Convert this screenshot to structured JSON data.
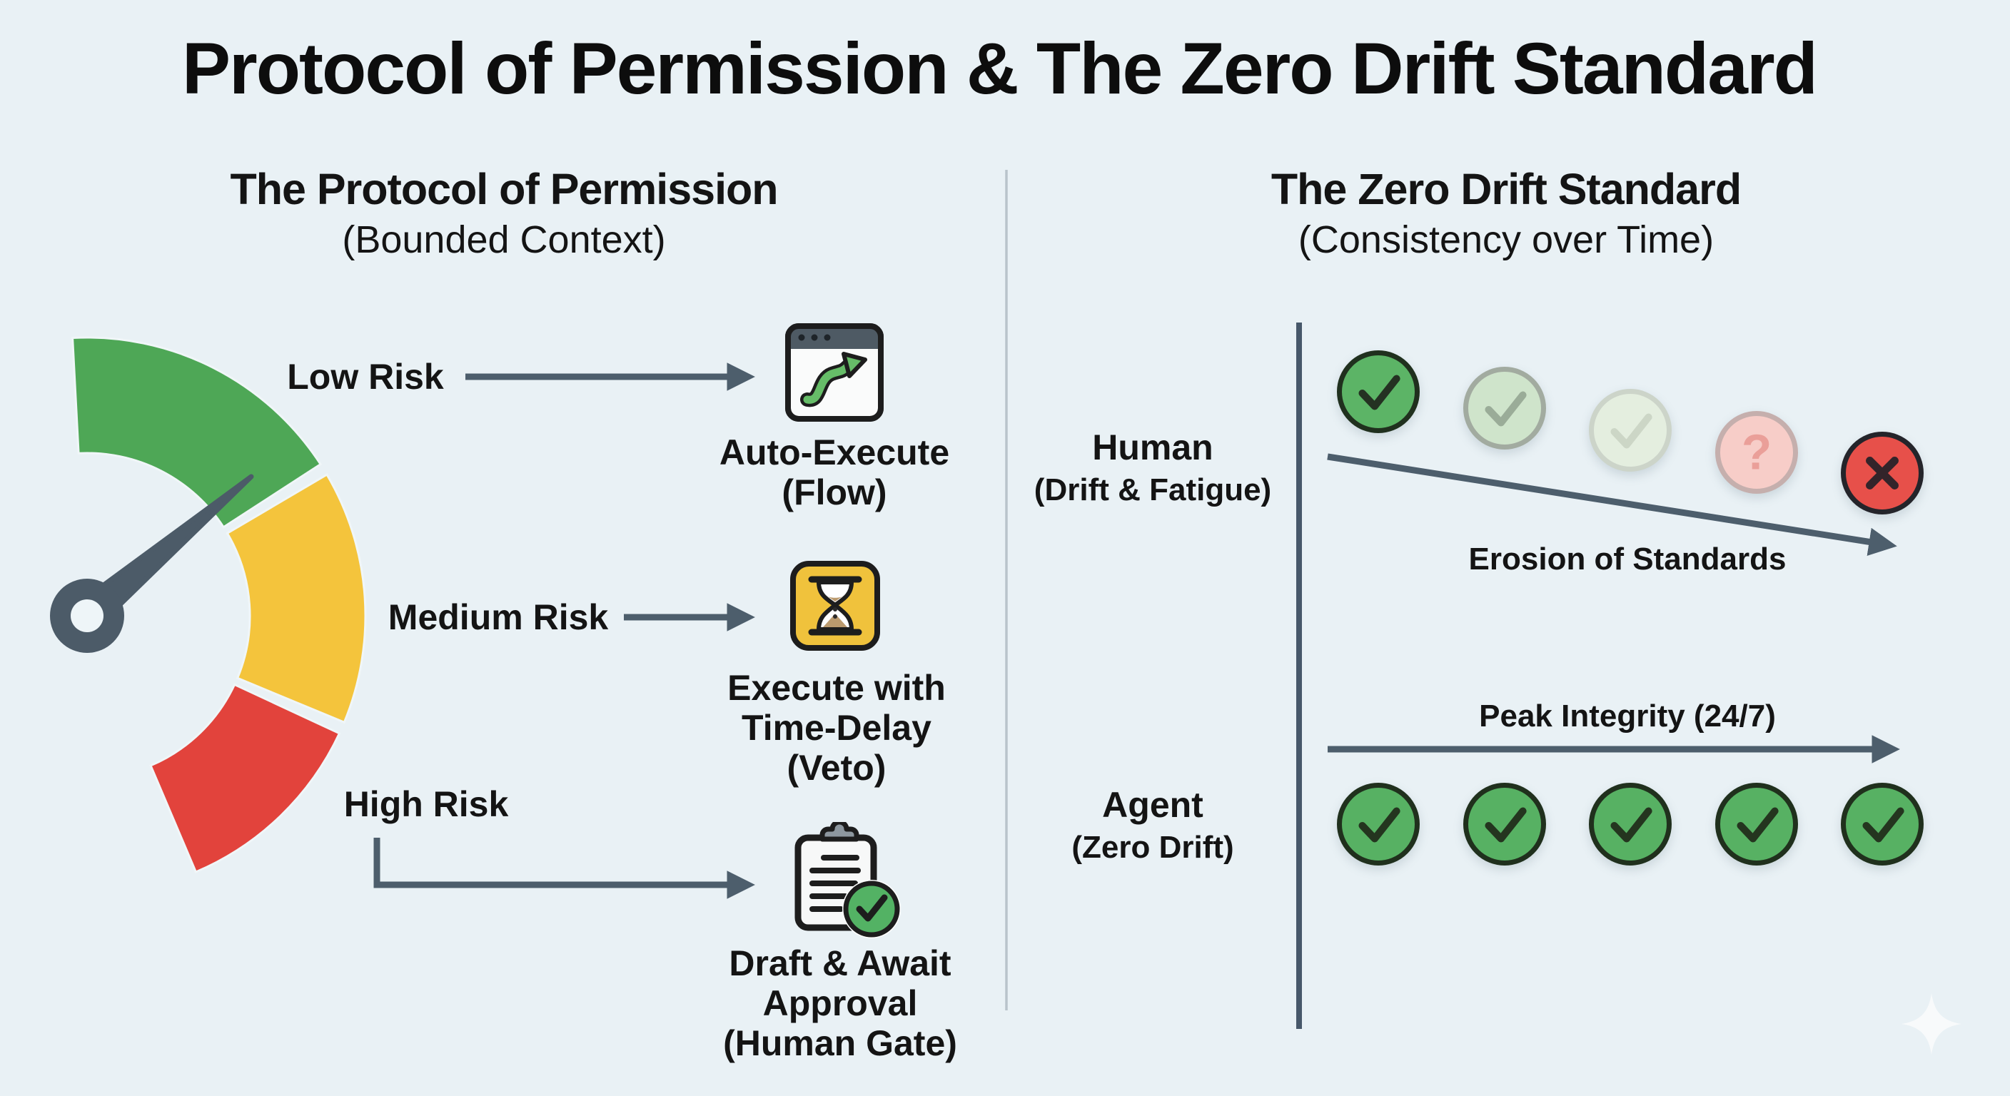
{
  "title": "Protocol of Permission & The Zero Drift Standard",
  "colors": {
    "background": "#e9f1f5",
    "text": "#141414",
    "connector": "#4d5e6c",
    "divider": "#b9c4cb",
    "axis": "#47586a",
    "sparkle": "#fbfdfd"
  },
  "left_panel": {
    "heading": "The Protocol of Permission",
    "subheading": "(Bounded Context)",
    "gauge": {
      "segments": [
        {
          "name": "low",
          "color": "#4ea756"
        },
        {
          "name": "medium",
          "color": "#f4c43c"
        },
        {
          "name": "high",
          "color": "#e2433c"
        }
      ],
      "needle_color": "#4c5b68",
      "hub_hole_color": "#eef5f8"
    },
    "rows": [
      {
        "risk_label": "Low Risk",
        "icon": "browser-flow-icon",
        "action_lines": [
          "Auto-Execute",
          "(Flow)"
        ]
      },
      {
        "risk_label": "Medium Risk",
        "icon": "hourglass-icon",
        "action_lines": [
          "Execute with",
          "Time-Delay",
          "(Veto)"
        ]
      },
      {
        "risk_label": "High Risk",
        "icon": "clipboard-check-icon",
        "action_lines": [
          "Draft & Await",
          "Approval",
          "(Human Gate)"
        ]
      }
    ],
    "icon_colors": {
      "browser_bar": "#4e5a64",
      "browser_body": "#fafbfb",
      "flow_arrow": "#66bd68",
      "hourglass_bg": "#f0c23c",
      "sand": "#bb9a6e",
      "clipboard_body": "#f7f8f8",
      "clip": "#8d979f",
      "check_circle": "#53b264",
      "outline": "#1d1d1d"
    }
  },
  "right_panel": {
    "heading": "The Zero Drift Standard",
    "subheading": "(Consistency over Time)",
    "human_row": {
      "label": "Human",
      "sublabel": "(Drift & Fatigue)",
      "arrow_label": "Erosion of Standards",
      "marks": [
        {
          "glyph": "check",
          "fill": "#5cb466",
          "border": "#20301e",
          "glyph_color": "#243122"
        },
        {
          "glyph": "check",
          "fill": "#cfe4cb",
          "border": "#a2aba0",
          "glyph_color": "#9aac98"
        },
        {
          "glyph": "check",
          "fill": "#e4eedf",
          "border": "#ccd4c9",
          "glyph_color": "#ccd6c6"
        },
        {
          "glyph": "question",
          "fill": "#f7cdc8",
          "border": "#c5afad",
          "glyph_color": "#ea9f99"
        },
        {
          "glyph": "cross",
          "fill": "#e7504a",
          "border": "#24242a",
          "glyph_color": "#33242a"
        }
      ]
    },
    "agent_row": {
      "label": "Agent",
      "sublabel": "(Zero Drift)",
      "arrow_label": "Peak Integrity (24/7)",
      "marks": [
        {
          "glyph": "check",
          "fill": "#57b163",
          "border": "#20301d",
          "glyph_color": "#24351f"
        },
        {
          "glyph": "check",
          "fill": "#57b163",
          "border": "#20301d",
          "glyph_color": "#24351f"
        },
        {
          "glyph": "check",
          "fill": "#57b163",
          "border": "#20301d",
          "glyph_color": "#24351f"
        },
        {
          "glyph": "check",
          "fill": "#57b163",
          "border": "#20301d",
          "glyph_color": "#24351f"
        },
        {
          "glyph": "check",
          "fill": "#57b163",
          "border": "#20301d",
          "glyph_color": "#24351f"
        }
      ]
    }
  }
}
